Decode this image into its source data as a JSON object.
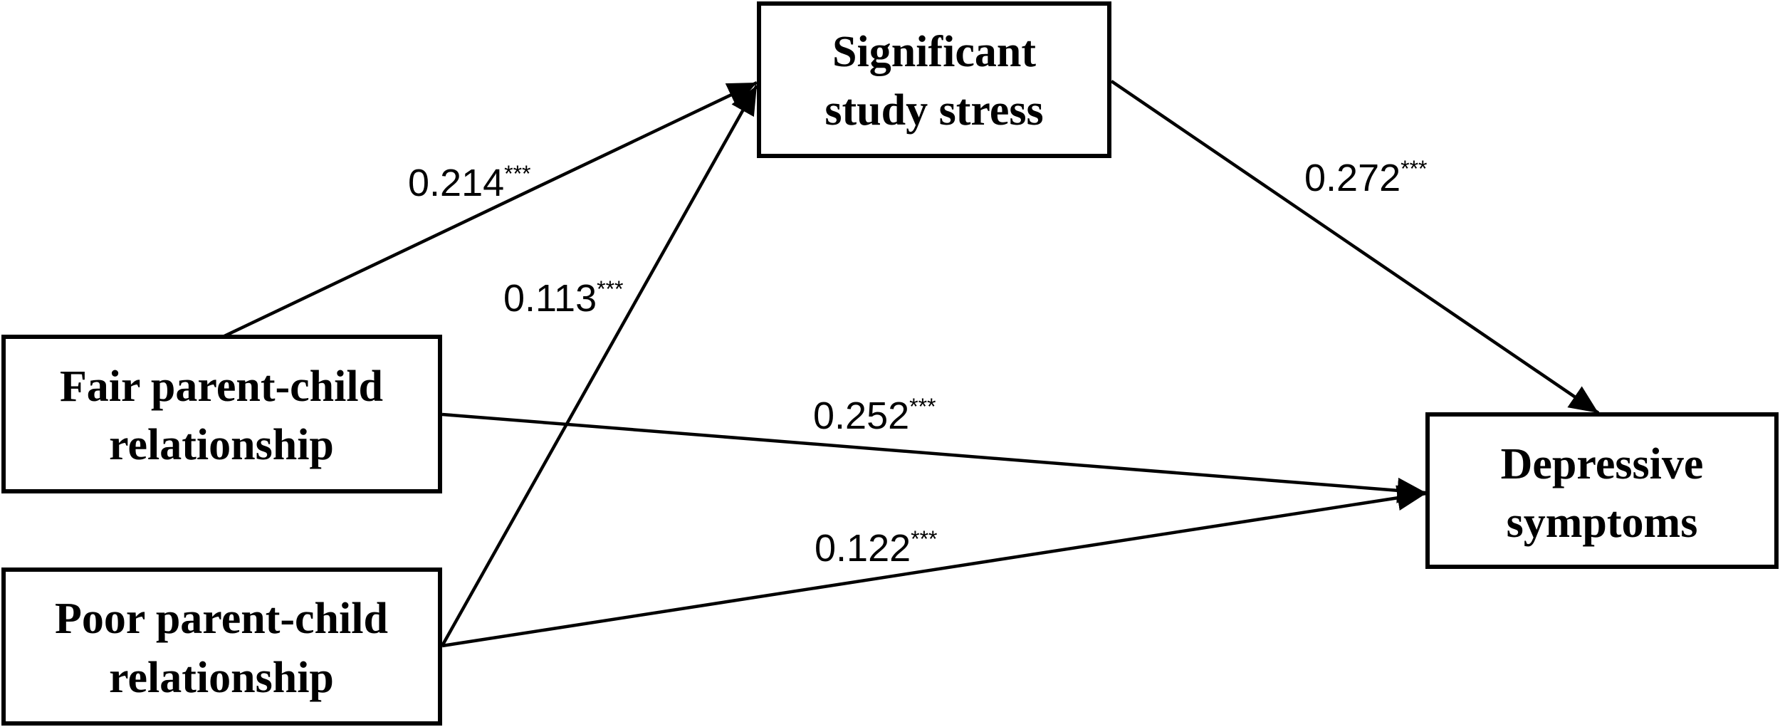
{
  "nodes": {
    "stress": {
      "lines": [
        "Significant",
        "study stress"
      ]
    },
    "fair": {
      "lines": [
        "Fair parent-child",
        "relationship"
      ]
    },
    "poor": {
      "lines": [
        "Poor parent-child",
        "relationship"
      ]
    },
    "depress": {
      "lines": [
        "Depressive",
        "symptoms"
      ]
    }
  },
  "edges": {
    "fair_stress": {
      "coef": "0.214",
      "sig": "***"
    },
    "poor_stress": {
      "coef": "0.113",
      "sig": "***"
    },
    "stress_depress": {
      "coef": "0.272",
      "sig": "***"
    },
    "fair_depress": {
      "coef": "0.252",
      "sig": "***"
    },
    "poor_depress": {
      "coef": "0.122",
      "sig": "***"
    }
  },
  "colors": {
    "stroke": "#000000",
    "background": "#ffffff"
  }
}
